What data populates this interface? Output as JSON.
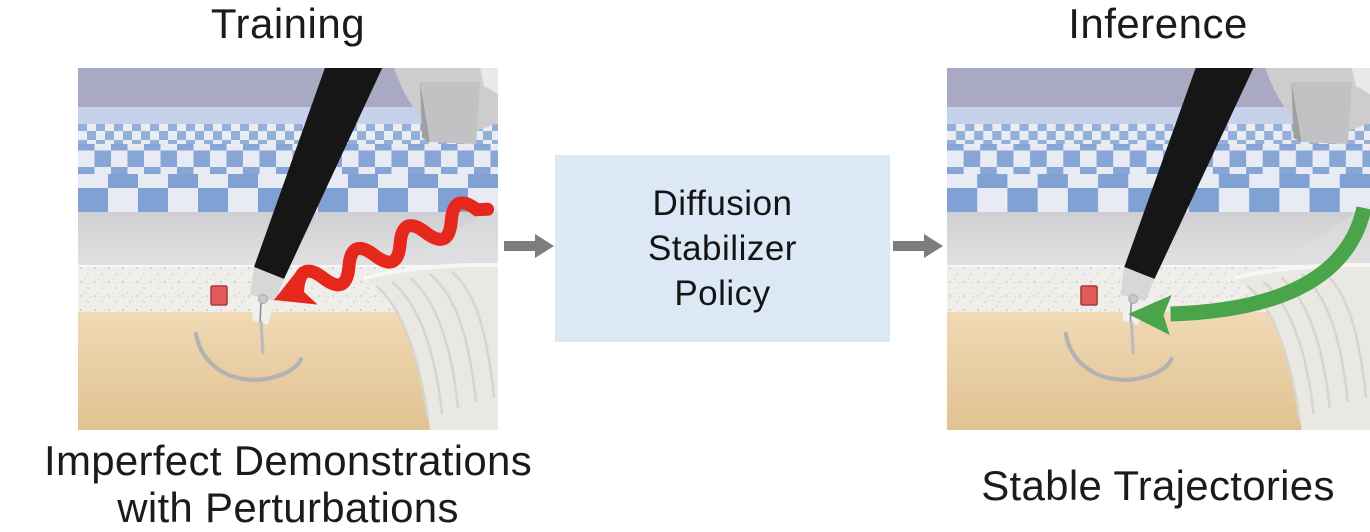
{
  "diagram": {
    "training": {
      "title": "Training",
      "caption_line1": "Imperfect Demonstrations",
      "caption_line2": "with Perturbations"
    },
    "policy_box": {
      "line1": "Diffusion",
      "line2": "Stabilizer",
      "line3": "Policy"
    },
    "inference": {
      "title": "Inference",
      "caption": "Stable Trajectories"
    }
  },
  "colors": {
    "perturbation_arrow_red": "#e6281c",
    "stable_arrow_green": "#4aa54a",
    "flow_arrow_gray": "#7d7d7d",
    "policy_box_blue": "#dce8f5"
  }
}
